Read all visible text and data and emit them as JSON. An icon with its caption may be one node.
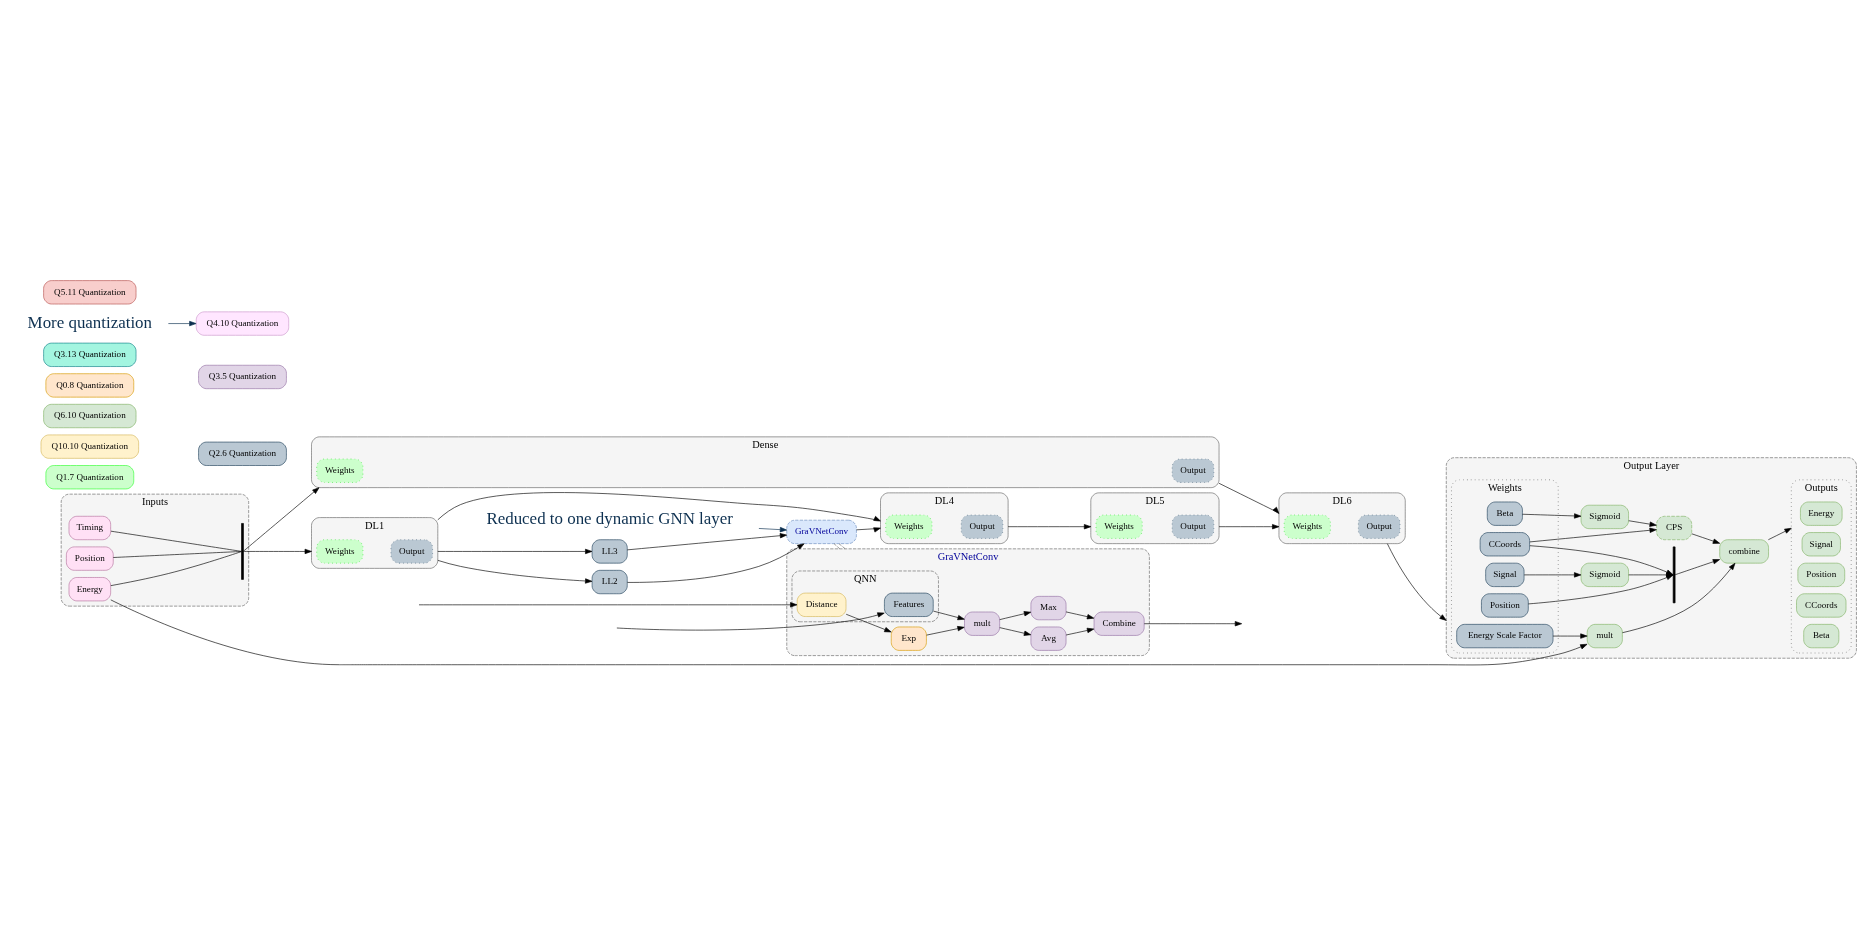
{
  "diagram": {
    "nodes": [
      {
        "text": [
          "GraVNetConv"
        ]
      },
      {
        "text": [
          "QNN"
        ],
        "in": 0
      },
      {
        "text": [
          "Features"
        ],
        "in": 1
      },
      {
        "text": [
          "Distance"
        ],
        "in": 1
      },
      {
        "text": [
          "Exp"
        ],
        "in": 0
      },
      {
        "text": [
          "mult"
        ],
        "in": 0
      },
      {
        "text": [
          "Avg"
        ],
        "in": 0
      },
      {
        "text": [
          "Max"
        ],
        "in": 0
      },
      {
        "text": [
          "Combine"
        ],
        "in": 0
      },
      {
        "text": [
          "Inputs"
        ]
      },
      {
        "text": [
          "Energy"
        ],
        "in": 9
      },
      {
        "text": [
          "Timing"
        ],
        "in": 9
      },
      {
        "text": [
          "Position"
        ],
        "in": 9
      },
      {
        "text": [],
        "shape": "bar",
        "in": 9
      },
      {
        "text": [
          "DL1"
        ]
      },
      {
        "text": [
          "Weights"
        ],
        "in": 14
      },
      {
        "text": [
          "Output"
        ],
        "in": 14
      },
      {
        "text": [
          "LL3"
        ]
      },
      {
        "text": [
          "LL2"
        ]
      },
      {
        "text": [
          "GraVNetConv"
        ]
      },
      {
        "text": [
          "DL4"
        ]
      },
      {
        "text": [
          "Weights"
        ],
        "in": 20
      },
      {
        "text": [
          "Output"
        ],
        "in": 20
      },
      {
        "text": [
          "DL5"
        ]
      },
      {
        "text": [
          "Weights"
        ],
        "in": 23
      },
      {
        "text": [
          "Output"
        ],
        "in": 23
      },
      {
        "text": [
          "DL6"
        ]
      },
      {
        "text": [
          "Weights"
        ],
        "in": 26
      },
      {
        "text": [
          "Output"
        ],
        "in": 26
      },
      {
        "text": [
          "Dense"
        ]
      },
      {
        "text": [
          "Weights"
        ],
        "in": 29
      },
      {
        "text": [
          "Output"
        ],
        "in": 29
      },
      {
        "text": [
          "Output Layer"
        ]
      },
      {
        "text": [
          "Weights"
        ],
        "in": 32
      },
      {
        "text": [
          "Energy Scale Factor"
        ],
        "in": 33
      },
      {
        "text": [
          "Signal"
        ],
        "in": 33
      },
      {
        "text": [
          "Position"
        ],
        "in": 33
      },
      {
        "text": [
          "CCoords"
        ],
        "in": 33
      },
      {
        "text": [
          "Beta"
        ],
        "in": 33
      },
      {
        "text": [
          "Sigmoid"
        ],
        "in": 32
      },
      {
        "text": [
          "Sigmoid"
        ],
        "in": 32
      },
      {
        "text": [],
        "shape": "bar",
        "in": 32
      },
      {
        "text": [
          "mult"
        ],
        "in": 32
      },
      {
        "text": [
          "CPS"
        ],
        "in": 32
      },
      {
        "text": [
          "combine"
        ],
        "in": 32
      },
      {
        "text": [
          "Outputs"
        ],
        "in": 32
      },
      {
        "text": [
          "Energy"
        ],
        "in": 45
      },
      {
        "text": [
          "Signal"
        ],
        "in": 45
      },
      {
        "text": [
          "Position"
        ],
        "in": 45
      },
      {
        "text": [
          "CCoords"
        ],
        "in": 45
      },
      {
        "text": [
          "Beta"
        ],
        "in": 45
      },
      {
        "text": [
          "Q1.7 Quantization"
        ]
      },
      {
        "text": [
          "Q2.6 Quantization"
        ]
      },
      {
        "text": [
          "Q10.10 Quantization"
        ]
      },
      {
        "text": [
          "Q6.10 Quantization"
        ]
      },
      {
        "text": [
          "Q3.5 Quantization"
        ]
      },
      {
        "text": [
          "Q0.8 Quantization"
        ]
      },
      {
        "text": [
          "Q3.13 Quantization"
        ]
      },
      {
        "text": [
          "Q4.10 Quantization"
        ]
      },
      {
        "text": [
          "Q5.11 Quantization"
        ]
      },
      {
        "text": [
          "More quantization"
        ]
      },
      {
        "text": [
          "Reduced to one dynamic GNN layer"
        ]
      }
    ],
    "edges": [
      {
        "from": null,
        "to": 2,
        "arrow": "to"
      },
      {
        "from": null,
        "to": 3,
        "arrow": "to"
      },
      {
        "from": 2,
        "to": 5,
        "arrow": "to"
      },
      {
        "from": 3,
        "to": 4,
        "arrow": "to"
      },
      {
        "from": 4,
        "to": 5,
        "arrow": "to"
      },
      {
        "from": 5,
        "to": 6,
        "arrow": "to"
      },
      {
        "from": 5,
        "to": 7,
        "arrow": "to"
      },
      {
        "from": 6,
        "to": 8,
        "arrow": "to"
      },
      {
        "from": 7,
        "to": 8,
        "arrow": "to"
      },
      {
        "from": 8,
        "to": null,
        "arrow": "to"
      },
      {
        "from": 19,
        "to": 0,
        "arrow": "none",
        "style": "dashed",
        "color": "#666666"
      },
      {
        "from": 19,
        "to": 0,
        "arrow": "none",
        "style": "dashed",
        "color": "#666666"
      },
      {
        "from": 10,
        "to": 13,
        "arrow": "none"
      },
      {
        "from": 11,
        "to": 13,
        "arrow": "none"
      },
      {
        "from": 12,
        "to": 13,
        "arrow": "none"
      },
      {
        "from": 13,
        "to": 14,
        "arrow": "to"
      },
      {
        "from": 13,
        "to": 29,
        "arrow": "to"
      },
      {
        "from": 10,
        "to": 42,
        "arrow": "to"
      },
      {
        "from": 14,
        "to": 17,
        "arrow": "to"
      },
      {
        "from": 14,
        "to": 18,
        "arrow": "to"
      },
      {
        "from": 14,
        "to": 20,
        "arrow": "to"
      },
      {
        "from": 17,
        "to": 19,
        "arrow": "to"
      },
      {
        "from": 18,
        "to": 19,
        "arrow": "to"
      },
      {
        "from": 19,
        "to": 20,
        "arrow": "to"
      },
      {
        "from": 20,
        "to": 23,
        "arrow": "to"
      },
      {
        "from": 23,
        "to": 26,
        "arrow": "to"
      },
      {
        "from": 29,
        "to": 26,
        "arrow": "to"
      },
      {
        "from": 26,
        "to": 32,
        "arrow": "to"
      },
      {
        "from": 34,
        "to": 42,
        "arrow": "to"
      },
      {
        "from": 35,
        "to": 39,
        "arrow": "to"
      },
      {
        "from": 39,
        "to": 41,
        "arrow": "to"
      },
      {
        "from": 36,
        "to": 41,
        "arrow": "to"
      },
      {
        "from": 37,
        "to": 41,
        "arrow": "to"
      },
      {
        "from": 37,
        "to": 43,
        "arrow": "to"
      },
      {
        "from": 38,
        "to": 40,
        "arrow": "to"
      },
      {
        "from": 40,
        "to": 43,
        "arrow": "to"
      },
      {
        "from": 41,
        "to": 44,
        "arrow": "to"
      },
      {
        "from": 42,
        "to": 44,
        "arrow": "to"
      },
      {
        "from": 43,
        "to": 44,
        "arrow": "to"
      },
      {
        "from": 44,
        "to": 45,
        "arrow": "to"
      },
      {
        "from": 60,
        "to": 58,
        "arrow": "to",
        "color": "#0d3050"
      },
      {
        "from": 61,
        "to": 19,
        "arrow": "to",
        "color": "#0d3050"
      }
    ]
  }
}
